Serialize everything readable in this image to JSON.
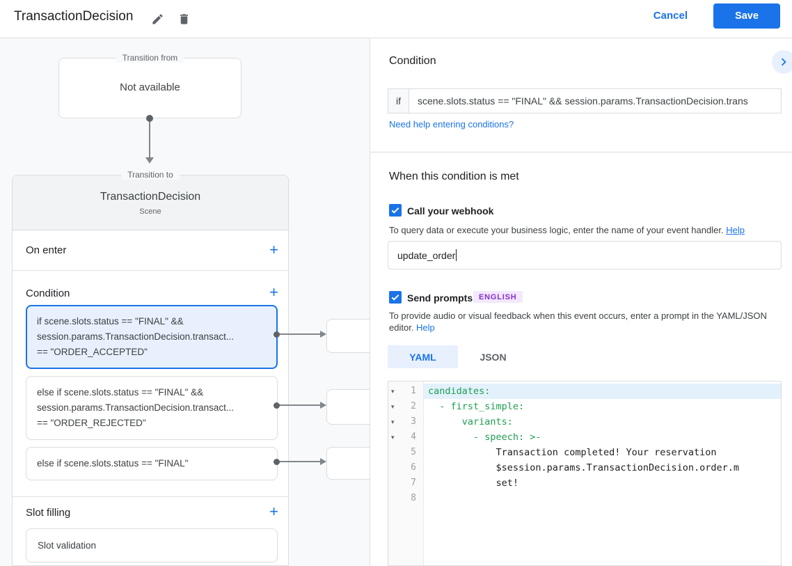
{
  "topbar": {
    "title": "TransactionDecision",
    "cancel_label": "Cancel",
    "save_label": "Save"
  },
  "diagram": {
    "transition_from": {
      "legend": "Transition from",
      "content": "Not available"
    },
    "transition_to": {
      "legend": "Transition to",
      "title": "TransactionDecision",
      "subtitle": "Scene"
    },
    "on_enter": {
      "label": "On enter",
      "add_label": "+"
    },
    "condition": {
      "label": "Condition",
      "add_label": "+",
      "cards": [
        {
          "selected": true,
          "lines": [
            "if scene.slots.status == \"FINAL\" &&",
            "session.params.TransactionDecision.transact...",
            "== \"ORDER_ACCEPTED\""
          ]
        },
        {
          "selected": false,
          "lines": [
            "else if scene.slots.status == \"FINAL\" &&",
            "session.params.TransactionDecision.transact...",
            "== \"ORDER_REJECTED\""
          ]
        },
        {
          "selected": false,
          "lines": [
            "else if scene.slots.status == \"FINAL\""
          ]
        }
      ]
    },
    "slot_filling": {
      "label": "Slot filling",
      "add_label": "+",
      "card_label": "Slot validation"
    }
  },
  "panel": {
    "heading": "Condition",
    "condition_if": {
      "prefix": "if",
      "value": "scene.slots.status == \"FINAL\" && session.params.TransactionDecision.trans"
    },
    "help_conditions_link": "Need help entering conditions?",
    "when_heading": "When this condition is met",
    "webhook": {
      "label": "Call your webhook",
      "checked": true,
      "description": "To query data or execute your business logic, enter the name of your event handler.",
      "help_label": "Help",
      "value": "update_order"
    },
    "prompts": {
      "label": "Send prompts",
      "checked": true,
      "badge": "ENGLISH",
      "description": "To provide audio or visual feedback when this event occurs, enter a prompt in the YAML/JSON editor.",
      "help_label": "Help"
    },
    "tabs": [
      {
        "label": "YAML",
        "active": true
      },
      {
        "label": "JSON",
        "active": false
      }
    ],
    "editor": {
      "lines": [
        {
          "num": 1,
          "fold": true,
          "highlight": true,
          "type": "key",
          "text": "candidates:"
        },
        {
          "num": 2,
          "fold": true,
          "highlight": false,
          "type": "key",
          "text": "  - first_simple:"
        },
        {
          "num": 3,
          "fold": true,
          "highlight": false,
          "type": "key",
          "text": "      variants:"
        },
        {
          "num": 4,
          "fold": true,
          "highlight": false,
          "type": "key",
          "text": "        - speech: >-"
        },
        {
          "num": 5,
          "fold": false,
          "highlight": false,
          "type": "text",
          "text": "            Transaction completed! Your reservation"
        },
        {
          "num": 6,
          "fold": false,
          "highlight": false,
          "type": "text",
          "text": "            $session.params.TransactionDecision.order.m"
        },
        {
          "num": 7,
          "fold": false,
          "highlight": false,
          "type": "text",
          "text": "            set!"
        },
        {
          "num": 8,
          "fold": false,
          "highlight": false,
          "type": "text",
          "text": ""
        }
      ]
    }
  },
  "colors": {
    "accent_blue": "#1a73e8",
    "accent_blue_bg": "#e8f0fe",
    "badge_text": "#8430ce",
    "badge_bg": "#f3e8fd",
    "yaml_key_green": "#1e9e50",
    "line_highlight": "#e3f1fd",
    "canvas_bg": "#f8f9fa",
    "border": "#dadce0"
  }
}
